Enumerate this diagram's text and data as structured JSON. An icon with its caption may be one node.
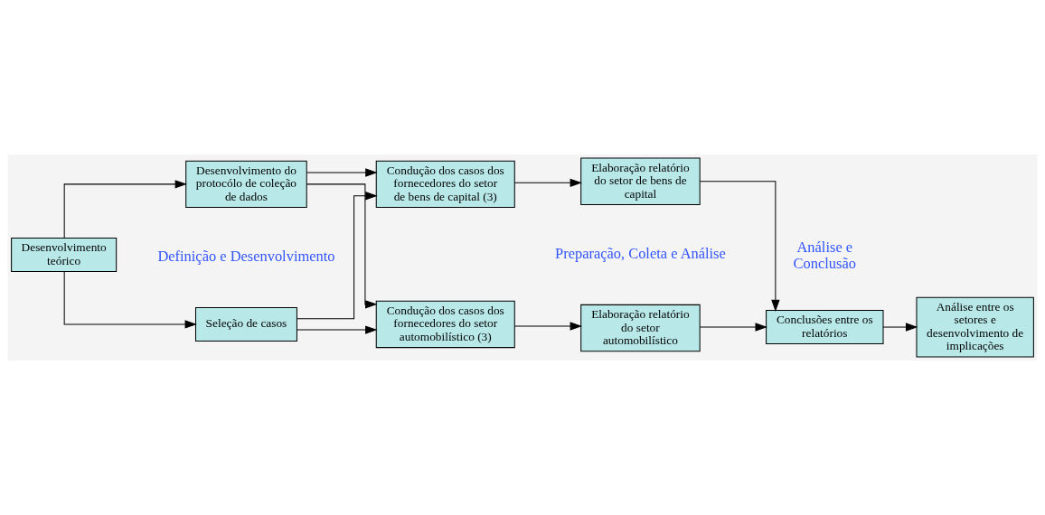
{
  "diagram": {
    "nodes": [
      {
        "text": [
          "Desenvolvimento teórico"
        ]
      },
      {
        "text": [
          "Seleção de casos"
        ]
      },
      {
        "text": [
          "Desenvolvimento do protocólo de coleção de dados"
        ]
      },
      {
        "text": [
          "Condução dos casos dos fornecedores do setor automobilístico (3)"
        ]
      },
      {
        "text": [
          "Elaboração relatório do setor automobilístico"
        ]
      },
      {
        "text": [
          "Condução dos casos dos fornecedores do setor de bens de capital (3)"
        ]
      },
      {
        "text": [
          "Elaboração relatório do setor de bens de capital"
        ]
      },
      {
        "text": [
          "Conclusões entre os relatórios"
        ]
      },
      {
        "text": [
          "Análise entre os setores e desenvolvimento de implicações"
        ]
      }
    ],
    "edges": [
      {
        "from": 0,
        "to": 1,
        "arrow": "to"
      },
      {
        "from": 0,
        "to": 2,
        "arrow": "to"
      },
      {
        "from": 1,
        "to": 3,
        "arrow": "to"
      },
      {
        "from": 1,
        "to": 5,
        "arrow": "to"
      },
      {
        "from": 2,
        "to": 3,
        "arrow": "to"
      },
      {
        "from": 2,
        "to": 5,
        "arrow": "to"
      },
      {
        "from": 3,
        "to": 4,
        "arrow": "to"
      },
      {
        "from": 5,
        "to": 6,
        "arrow": "to"
      },
      {
        "from": 4,
        "to": 7,
        "arrow": "to"
      },
      {
        "from": 6,
        "to": 7,
        "arrow": "to"
      },
      {
        "from": 7,
        "to": 8,
        "arrow": "to"
      }
    ],
    "labels": [
      "Definição e Desenvolvimento",
      "Preparação, Coleta e Análise",
      "Análise e Conclusão"
    ]
  }
}
